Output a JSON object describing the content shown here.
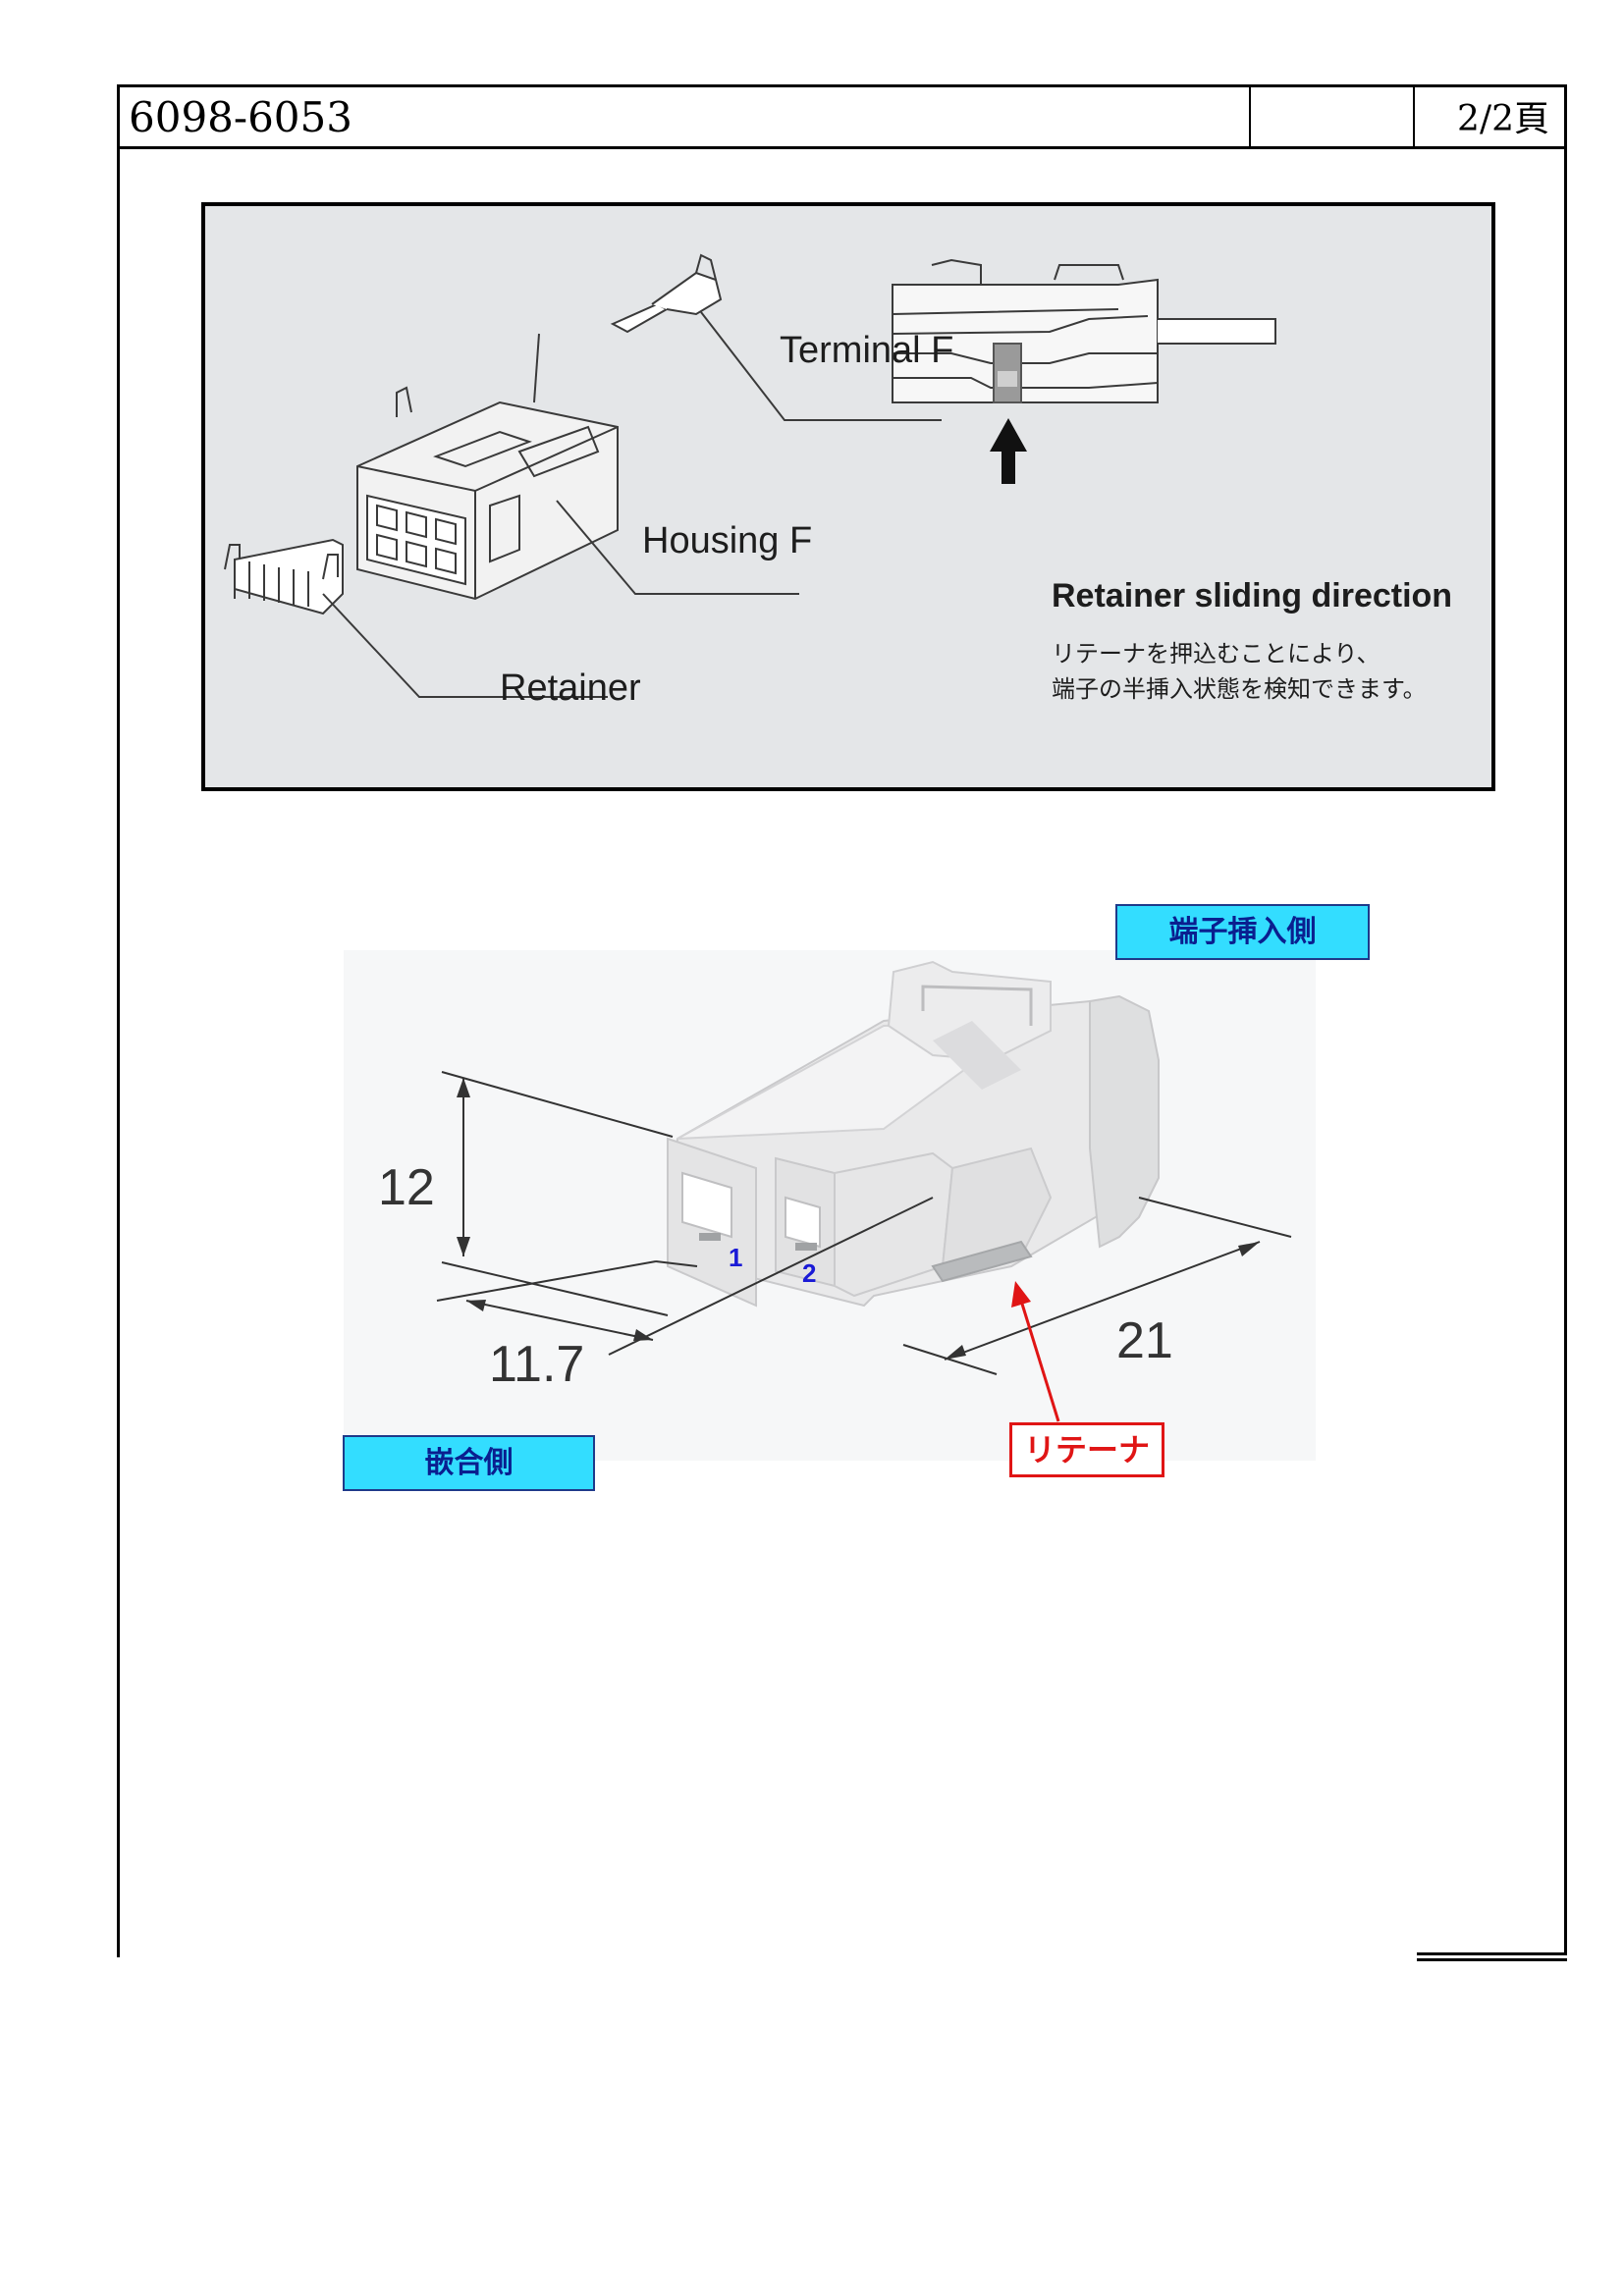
{
  "header": {
    "doc_number": "6098-6053",
    "empty_cell": "",
    "page_indicator": "2/2頁"
  },
  "exploded_view": {
    "callouts": {
      "terminal": "Terminal F",
      "housing": "Housing F",
      "retainer": "Retainer"
    },
    "sliding_title": "Retainer sliding direction",
    "note_lines": [
      "リテーナを押込むことにより、",
      "端子の半挿入状態を検知できます。"
    ]
  },
  "connector_view": {
    "insertion_side_label": "端子挿入側",
    "mating_side_label": "嵌合側",
    "retainer_label": "リテーナ",
    "dimensions": {
      "height": "12",
      "width": "11.7",
      "length": "21"
    },
    "pins": [
      "1",
      "2"
    ]
  },
  "colors": {
    "panel_background": "#e4e6e8",
    "tag_fill": "#33ddff",
    "tag_text": "#0a1f8f",
    "retainer_callout": "#e01515",
    "pin_text": "#1a1ad6"
  }
}
